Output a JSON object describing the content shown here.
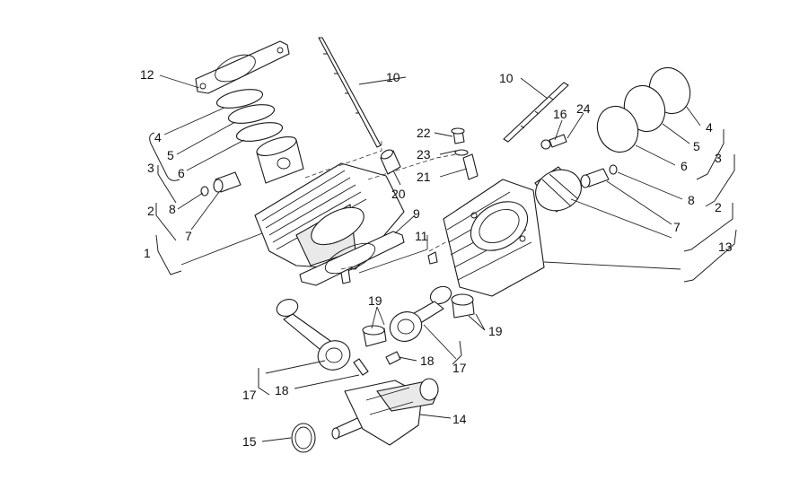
{
  "callouts": {
    "c12": "12",
    "c10a": "10",
    "c10b": "10",
    "c4a": "4",
    "c5a": "5",
    "c6a": "6",
    "c3a": "3",
    "c8a": "8",
    "c2a": "2",
    "c7a": "7",
    "c1": "1",
    "c20": "20",
    "c9": "9",
    "c11": "11",
    "c22": "22",
    "c23": "23",
    "c21": "21",
    "c16": "16",
    "c24": "24",
    "c4b": "4",
    "c5b": "5",
    "c6b": "6",
    "c3b": "3",
    "c8b": "8",
    "c2b": "2",
    "c7b": "7",
    "c13": "13",
    "c19a": "19",
    "c19b": "19",
    "c18a": "18",
    "c17a": "17",
    "c17b": "17",
    "c18b": "18",
    "c14": "14",
    "c15": "15"
  },
  "colors": {
    "line": "#1a1a1a",
    "background": "#ffffff",
    "shade": "#e9e9e9"
  }
}
